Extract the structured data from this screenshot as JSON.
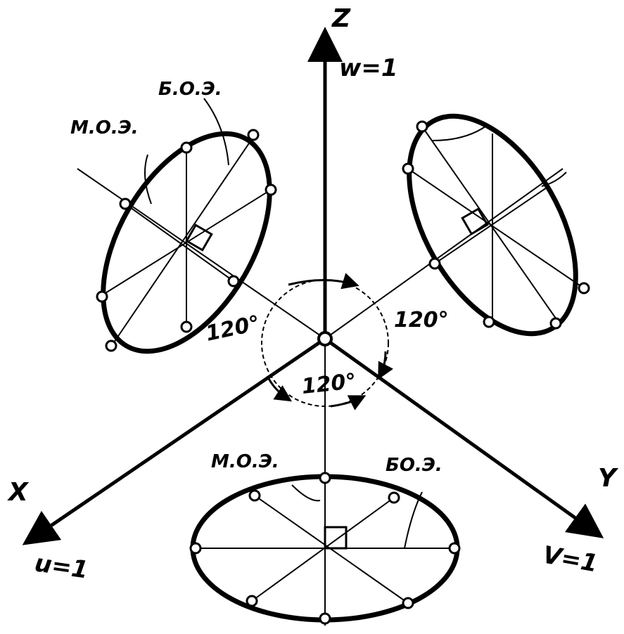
{
  "axes": {
    "z": {
      "letter": "Z",
      "unit": "w=1"
    },
    "x": {
      "letter": "X",
      "unit": "u=1"
    },
    "y": {
      "letter": "Y",
      "unit": "V=1"
    }
  },
  "angles": [
    "120°",
    "120°",
    "120°"
  ],
  "ellipse_labels": {
    "xz_minor": "М.О.Э.",
    "xz_major": "Б.О.Э.",
    "xy_minor": "М.О.Э.",
    "xy_major": "БО.Э."
  },
  "colors": {
    "ink": "#000000",
    "paper": "#ffffff"
  }
}
